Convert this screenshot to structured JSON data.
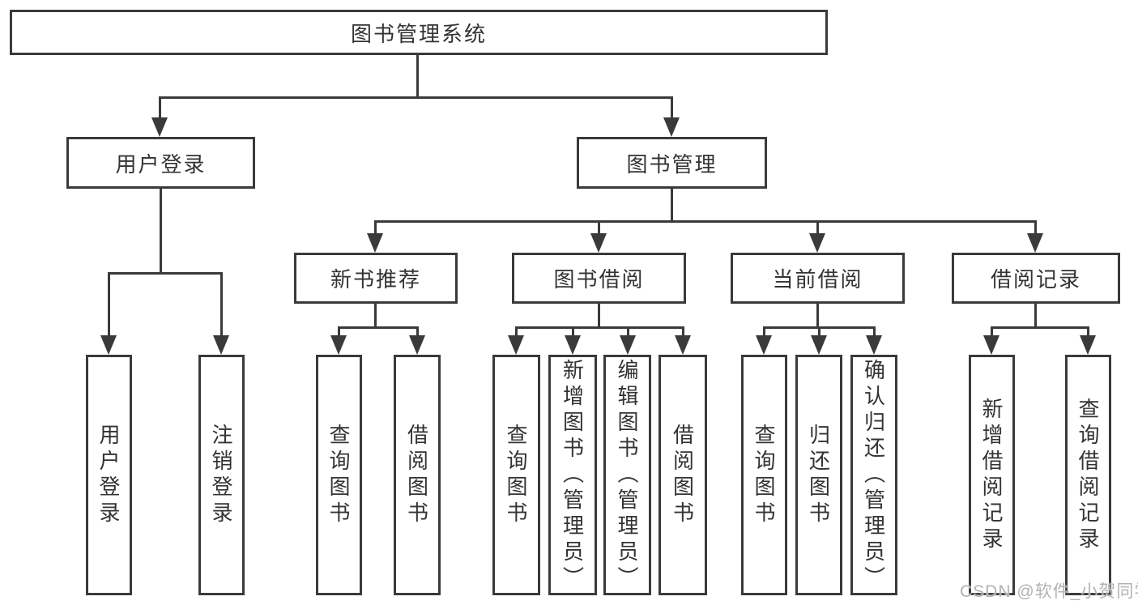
{
  "diagram": {
    "root": {
      "label": "图书管理系统"
    },
    "branches": [
      {
        "label": "用户登录",
        "children": [
          {
            "label": "用户登录"
          },
          {
            "label": "注销登录"
          }
        ]
      },
      {
        "label": "图书管理",
        "children": [
          {
            "label": "新书推荐",
            "children": [
              {
                "label": "查询图书"
              },
              {
                "label": "借阅图书"
              }
            ]
          },
          {
            "label": "图书借阅",
            "children": [
              {
                "label": "查询图书"
              },
              {
                "label": "新增图书（管理员）"
              },
              {
                "label": "编辑图书（管理员）"
              },
              {
                "label": "借阅图书"
              }
            ]
          },
          {
            "label": "当前借阅",
            "children": [
              {
                "label": "查询图书"
              },
              {
                "label": "归还图书"
              },
              {
                "label": "确认归还（管理员）"
              }
            ]
          },
          {
            "label": "借阅记录",
            "children": [
              {
                "label": "新增借阅记录"
              },
              {
                "label": "查询借阅记录"
              }
            ]
          }
        ]
      }
    ]
  },
  "watermark": {
    "text": "CSDN @软件_小贺同学",
    "color": "#b2b2b2"
  },
  "colors": {
    "line": "#3a3a3a",
    "text": "#333333",
    "box_fill": "#ffffff",
    "background": "#ffffff"
  }
}
